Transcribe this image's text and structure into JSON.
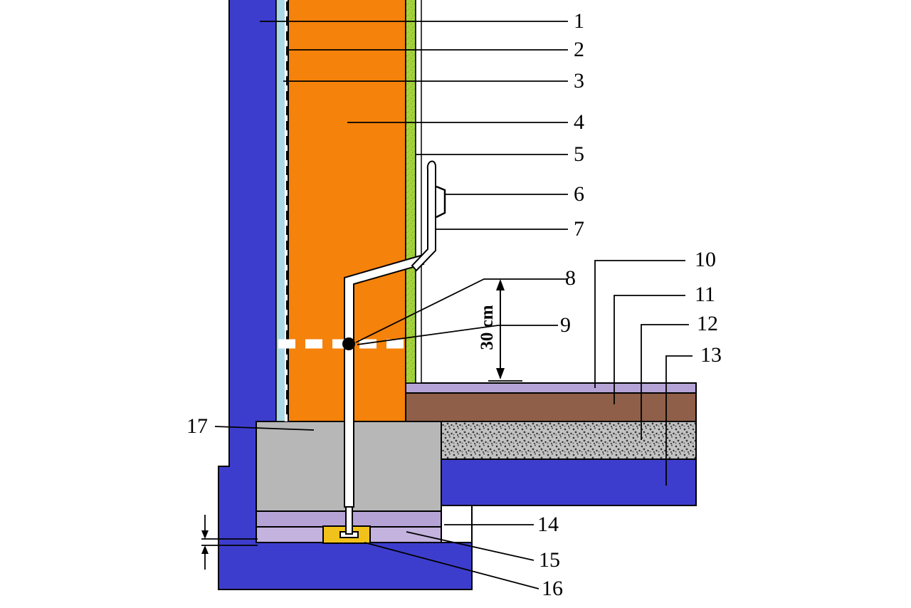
{
  "diagram": {
    "type": "construction-wall-foundation-detail",
    "callouts": [
      "1",
      "2",
      "3",
      "4",
      "5",
      "6",
      "7",
      "8",
      "9",
      "10",
      "11",
      "12",
      "13",
      "14",
      "15",
      "16",
      "17"
    ],
    "dimension_label": "30 cm",
    "colors": {
      "structure_blue": "#3d3dcd",
      "wall_orange": "#f5820a",
      "insulation_cyan": "#add9e6",
      "render_green": "#a4d33c",
      "floor_purple": "#b5a3d6",
      "screed_brown": "#8f5f49",
      "gravel_gray": "#c2c2c2",
      "foundation_gray": "#b7b7b7",
      "leveling_upper_purple": "#b5a3d6",
      "leveling_lower_purple": "#c3b3de",
      "pad_yellow": "#f2c21c",
      "line_black": "#000000"
    }
  }
}
